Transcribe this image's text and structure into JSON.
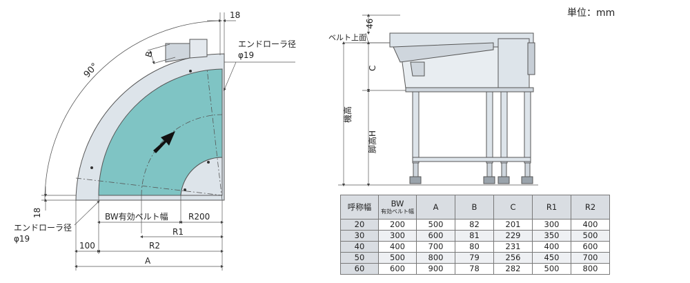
{
  "unit_label": "単位：mm",
  "plan_view": {
    "angle_label": "90°",
    "dim_top": "18",
    "dim_left": "18",
    "end_roller_top": "エンドローラ径",
    "end_roller_top_dia": "φ19",
    "end_roller_bottom": "エンドローラ径",
    "end_roller_bottom_dia": "φ19",
    "label_b": "B",
    "label_bw": "BW有効ベルト幅",
    "label_r200": "R200",
    "label_r1": "R1",
    "label_r2": "R2",
    "label_100": "100",
    "label_a": "A"
  },
  "side_view": {
    "dim_46": "46",
    "belt_top": "ベルト上面",
    "label_c": "C",
    "machine_height": "機高",
    "leg_height": "脚高H"
  },
  "table": {
    "headers": {
      "nominal": "呼称幅",
      "bw_main": "BW",
      "bw_sub": "有効ベルト幅",
      "a": "A",
      "b": "B",
      "c": "C",
      "r1": "R1",
      "r2": "R2"
    },
    "rows": [
      [
        "20",
        "200",
        "500",
        "82",
        "201",
        "300",
        "400"
      ],
      [
        "30",
        "300",
        "600",
        "81",
        "229",
        "350",
        "500"
      ],
      [
        "40",
        "400",
        "700",
        "80",
        "231",
        "400",
        "600"
      ],
      [
        "50",
        "500",
        "800",
        "79",
        "256",
        "450",
        "700"
      ],
      [
        "60",
        "600",
        "900",
        "78",
        "282",
        "500",
        "800"
      ]
    ]
  },
  "colors": {
    "belt": "#7fc4c4",
    "frame": "#dde4ea",
    "line": "#555555"
  }
}
